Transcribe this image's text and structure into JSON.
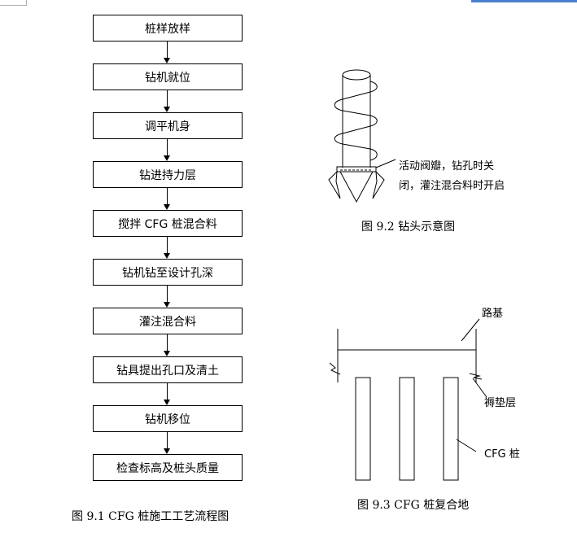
{
  "flowchart": {
    "steps": [
      "桩样放样",
      "钻机就位",
      "调平机身",
      "钻进持力层",
      "搅拌 CFG 桩混合料",
      "钻机钻至设计孔深",
      "灌注混合料",
      "钻具提出孔口及清土",
      "钻机移位",
      "检查标高及桩头质量"
    ],
    "caption": "图 9.1   CFG 桩施工工艺流程图"
  },
  "drill_head": {
    "label_line1": "活动阀瓣，钻孔时关",
    "label_line2": "闭，灌注混合料时开启",
    "caption": "图 9.2    钻头示意图"
  },
  "composite": {
    "label_roadbed": "路基",
    "label_cushion": "褥垫层",
    "label_pile": "CFG 桩",
    "caption": "图 9.3   CFG 桩复合地"
  }
}
